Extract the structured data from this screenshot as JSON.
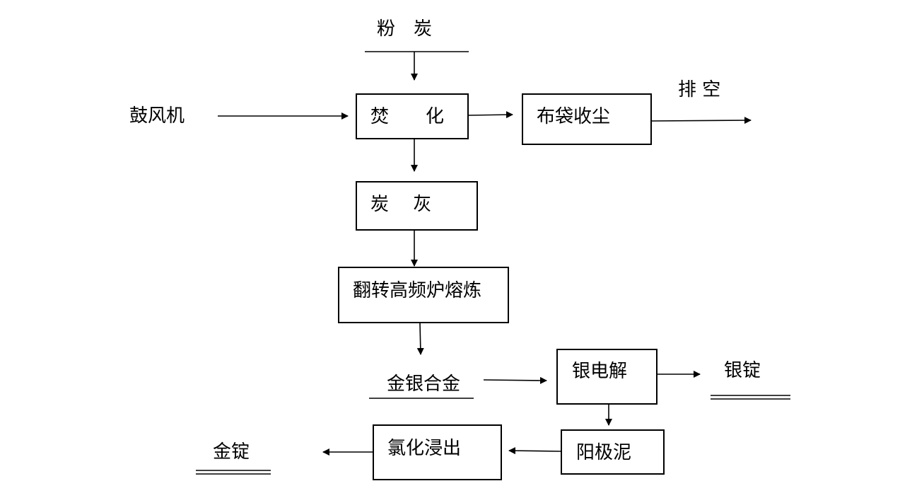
{
  "nodes": {
    "powder_carbon": "粉　炭",
    "blower": "鼓风机",
    "incineration": "焚　　化",
    "bag_dust": "布袋收尘",
    "vent": "排 空",
    "carbon_ash": "炭　 灰",
    "smelting": "翻转高频炉熔炼",
    "gold_silver_alloy": "金银合金",
    "silver_electrolysis": "银电解",
    "silver_ingot": "银锭",
    "anode_slime": "阳极泥",
    "chlorination_leach": "氯化浸出",
    "gold_ingot": "金锭"
  },
  "edges": [
    {
      "from": "powder_carbon",
      "to": "incineration"
    },
    {
      "from": "blower",
      "to": "incineration"
    },
    {
      "from": "incineration",
      "to": "bag_dust"
    },
    {
      "from": "bag_dust",
      "to": "vent"
    },
    {
      "from": "incineration",
      "to": "carbon_ash"
    },
    {
      "from": "carbon_ash",
      "to": "smelting"
    },
    {
      "from": "smelting",
      "to": "gold_silver_alloy"
    },
    {
      "from": "gold_silver_alloy",
      "to": "silver_electrolysis"
    },
    {
      "from": "silver_electrolysis",
      "to": "silver_ingot"
    },
    {
      "from": "silver_electrolysis",
      "to": "anode_slime"
    },
    {
      "from": "anode_slime",
      "to": "chlorination_leach"
    },
    {
      "from": "chlorination_leach",
      "to": "gold_ingot"
    }
  ]
}
